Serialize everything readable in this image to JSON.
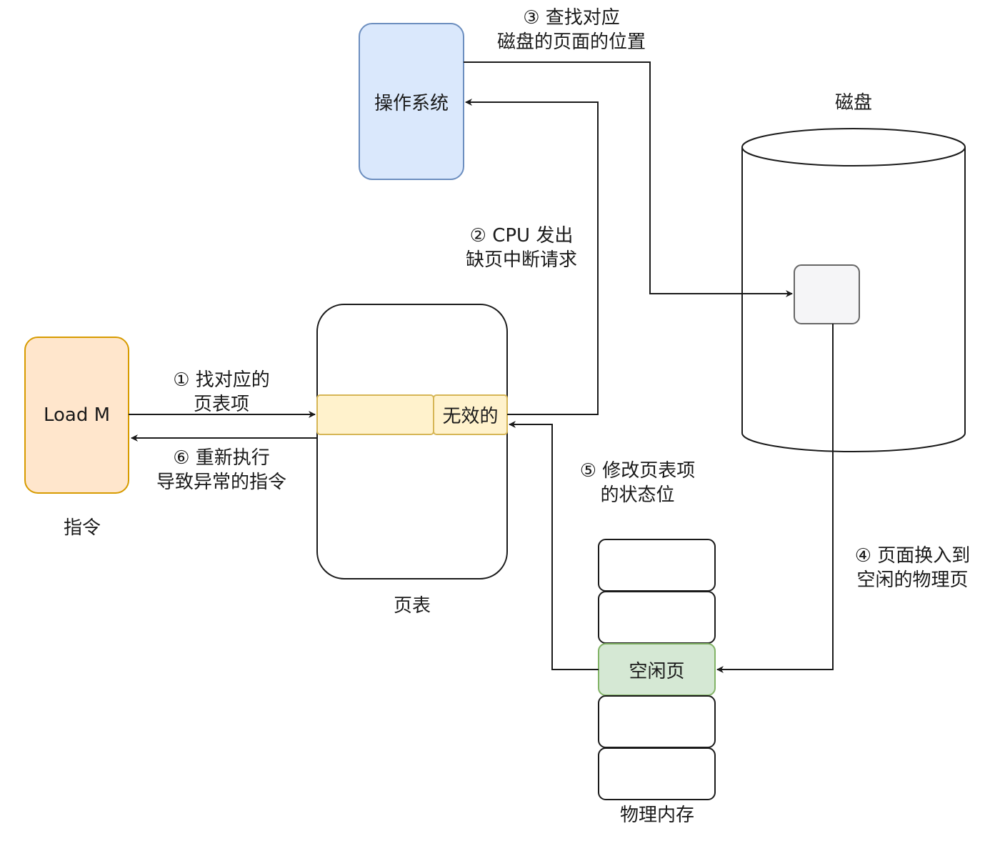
{
  "nodes": {
    "os": "操作系统",
    "disk": "磁盘",
    "instruction": "Load M",
    "instruction_caption": "指令",
    "page_table_invalid": "无效的",
    "page_table_caption": "页表",
    "free_page": "空闲页",
    "memory_caption": "物理内存"
  },
  "steps": {
    "s1": [
      "① 找对应的",
      "页表项"
    ],
    "s2": [
      "② CPU 发出",
      "缺页中断请求"
    ],
    "s3": [
      "③ 查找对应",
      "磁盘的页面的位置"
    ],
    "s4": [
      "④ 页面换入到",
      "空闲的物理页"
    ],
    "s5": [
      "⑤ 修改页表项",
      "的状态位"
    ],
    "s6": [
      "⑥ 重新执行",
      "导致异常的指令"
    ]
  },
  "colors": {
    "os_fill": "#dae8fc",
    "os_stroke": "#6c8ebf",
    "instr_fill": "#ffe6cc",
    "instr_stroke": "#d79b00",
    "entry_fill": "#fff2cc",
    "entry_stroke": "#d6b656",
    "free_fill": "#d5e8d4",
    "free_stroke": "#82b366",
    "block_fill": "#f5f5f7",
    "block_stroke": "#666666",
    "line": "#1a1a1a"
  }
}
